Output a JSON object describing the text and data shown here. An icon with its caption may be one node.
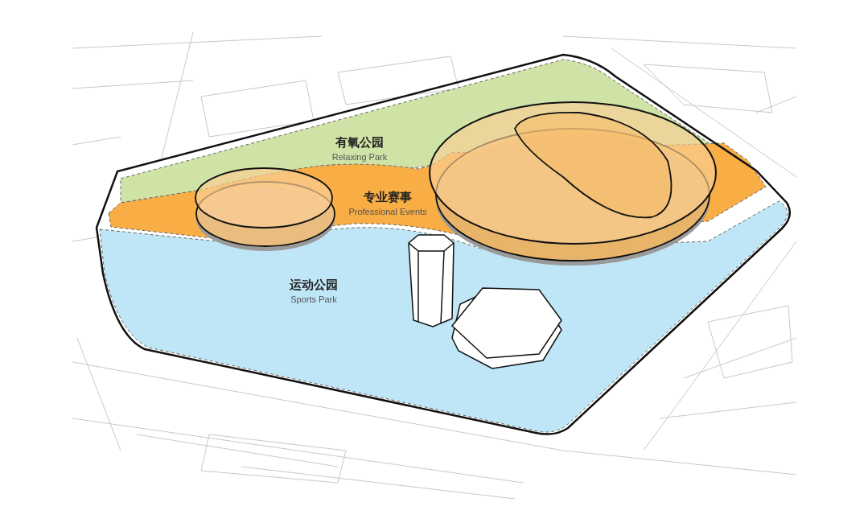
{
  "diagram": {
    "nodes": [
      {
        "text": [
          "有氧公园",
          "Relaxing Park"
        ]
      },
      {
        "text": [
          "专业赛事",
          "Professional Events"
        ]
      },
      {
        "text": [
          "运动公园",
          "Sports Park"
        ]
      }
    ]
  }
}
